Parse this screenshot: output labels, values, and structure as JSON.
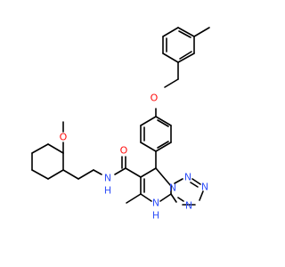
{
  "molecule": {
    "atoms": {
      "ether_o": {
        "label": "O",
        "color": "#ff0d0d"
      },
      "methoxy_o": {
        "label": "O",
        "color": "#ff0d0d"
      },
      "carbonyl_o": {
        "label": "O",
        "color": "#ff0d0d"
      },
      "amide_nh": {
        "label": "N",
        "color": "#3050f8"
      },
      "amide_h": {
        "label": "H",
        "color": "#3050f8"
      },
      "ring_nh": {
        "label": "N",
        "color": "#3050f8"
      },
      "ring_nh_h": {
        "label": "H",
        "color": "#3050f8"
      },
      "triazole_n1": {
        "label": "N",
        "color": "#3050f8"
      },
      "triazole_n2": {
        "label": "N",
        "color": "#3050f8"
      },
      "triazole_n3": {
        "label": "N",
        "color": "#3050f8"
      },
      "triazole_n4": {
        "label": "N",
        "color": "#3050f8"
      }
    },
    "bond_color": "#000000"
  }
}
